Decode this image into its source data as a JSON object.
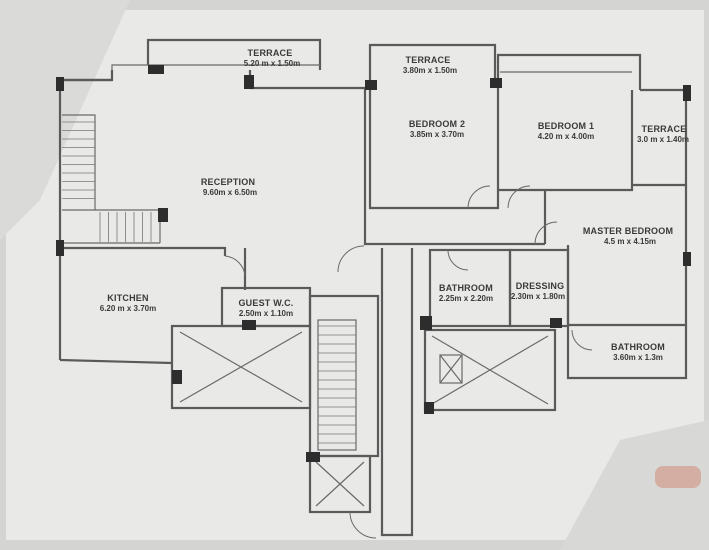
{
  "rooms": [
    {
      "id": "terrace-left",
      "label": "TERRACE",
      "dims": "5.20 m x 1.50m"
    },
    {
      "id": "terrace-mid",
      "label": "TERRACE",
      "dims": "3.80m x 1.50m"
    },
    {
      "id": "bedroom2",
      "label": "BEDROOM 2",
      "dims": "3.85m x 3.70m"
    },
    {
      "id": "bedroom1",
      "label": "BEDROOM 1",
      "dims": "4.20 m x 4.00m"
    },
    {
      "id": "terrace-right",
      "label": "TERRACE",
      "dims": "3.0 m x 1.40m"
    },
    {
      "id": "reception",
      "label": "RECEPTION",
      "dims": "9.60m x 6.50m"
    },
    {
      "id": "master-bedroom",
      "label": "MASTER BEDROOM",
      "dims": "4.5 m x 4.15m"
    },
    {
      "id": "kitchen",
      "label": "KITCHEN",
      "dims": "6.20 m x 3.70m"
    },
    {
      "id": "guest-wc",
      "label": "GUEST W.C.",
      "dims": "2.50m x 1.10m"
    },
    {
      "id": "bathroom",
      "label": "BATHROOM",
      "dims": "2.25m x 2.20m"
    },
    {
      "id": "dressing",
      "label": "DRESSING",
      "dims": "2.30m x 1.80m"
    },
    {
      "id": "bathroom2",
      "label": "BATHROOM",
      "dims": "3.60m x 1.3m"
    }
  ],
  "colors": {
    "background": "#d9d9d7",
    "paper": "#ececea",
    "wall": "#5a5a5a",
    "column": "#2d2d2d"
  }
}
